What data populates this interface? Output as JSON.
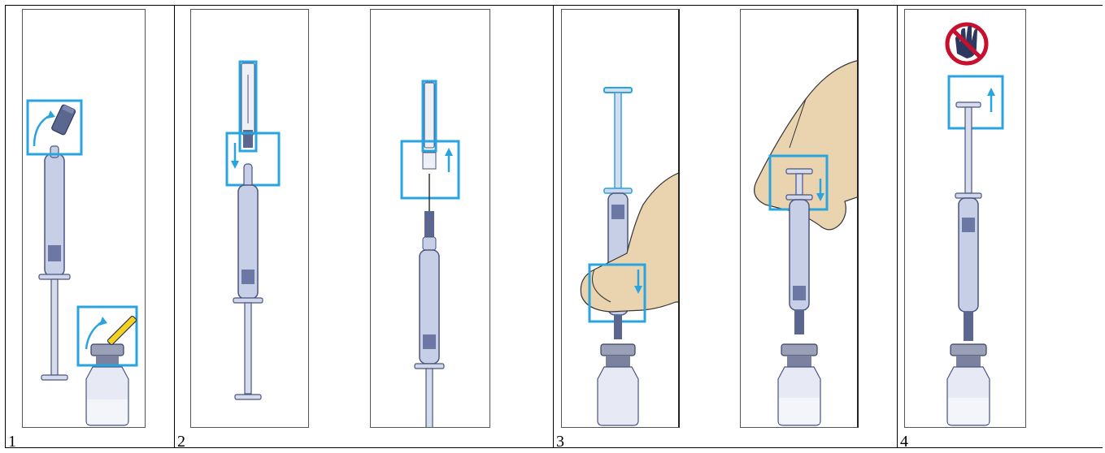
{
  "steps": [
    {
      "number": "1",
      "name": "remove-caps"
    },
    {
      "number": "2",
      "name": "attach-needle"
    },
    {
      "number": "3",
      "name": "draw-and-inject"
    },
    {
      "number": "4",
      "name": "do-not-pull-plunger"
    }
  ],
  "colors": {
    "highlight": "#2aa4df",
    "syringe": "#b9c4df",
    "syringe_dark": "#5a6690",
    "hand_skin": "#ead4b0",
    "prohibited": "#c8102e",
    "vial_cap": "#8a90a8",
    "yellow_cap": "#f5d21e"
  },
  "icons": {
    "prohibition": "no-hand-icon",
    "arrow": "blue-arrow-icon"
  }
}
